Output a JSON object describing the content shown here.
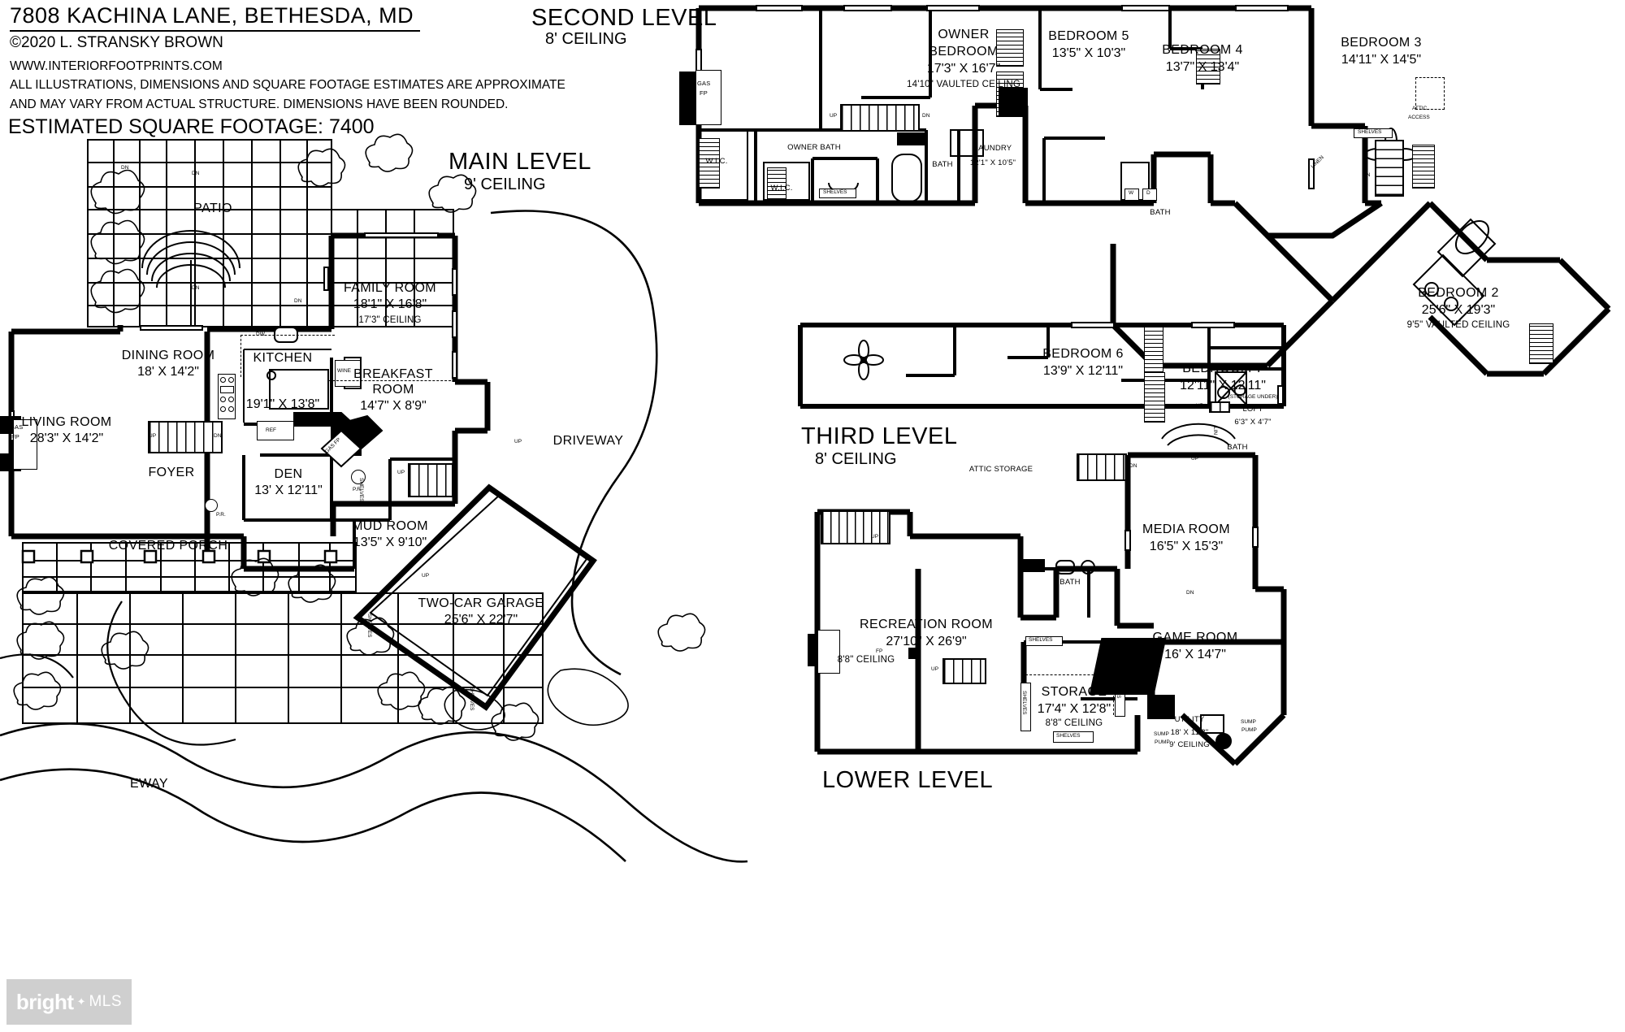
{
  "header": {
    "address": "7808 KACHINA LANE, BETHESDA, MD",
    "copyright": "©2020 L. STRANSKY BROWN",
    "website": "WWW.INTERIORFOOTPRINTS.COM",
    "disclaimer_line1": "ALL ILLUSTRATIONS, DIMENSIONS AND SQUARE FOOTAGE ESTIMATES ARE APPROXIMATE",
    "disclaimer_line2": "AND MAY VARY FROM ACTUAL STRUCTURE. DIMENSIONS HAVE BEEN ROUNDED.",
    "square_footage": "ESTIMATED SQUARE FOOTAGE: 7400"
  },
  "levels": {
    "main": {
      "title": "MAIN LEVEL",
      "ceiling": "9' CEILING"
    },
    "second": {
      "title": "SECOND LEVEL",
      "ceiling": "8' CEILING"
    },
    "third": {
      "title": "THIRD LEVEL",
      "ceiling": "8' CEILING"
    },
    "lower": {
      "title": "LOWER LEVEL"
    }
  },
  "main_level": {
    "rooms": [
      {
        "name": "PATIO",
        "dim": "",
        "note": ""
      },
      {
        "name": "FAMILY ROOM",
        "dim": "18'1\" X 16'8\"",
        "note": "17'3\" CEILING"
      },
      {
        "name": "DINING ROOM",
        "dim": "18' X 14'2\"",
        "note": ""
      },
      {
        "name": "KITCHEN",
        "dim": "19'1\" X 13'8\"",
        "note": ""
      },
      {
        "name": "BREAKFAST",
        "dim": "",
        "note": ""
      },
      {
        "name": "ROOM",
        "dim": "14'7\" X 8'9\"",
        "note": ""
      },
      {
        "name": "LIVING ROOM",
        "dim": "28'3\" X 14'2\"",
        "note": ""
      },
      {
        "name": "FOYER",
        "dim": "",
        "note": ""
      },
      {
        "name": "DEN",
        "dim": "13' X 12'11\"",
        "note": ""
      },
      {
        "name": "MUD ROOM",
        "dim": "13'5\" X 9'10\"",
        "note": ""
      },
      {
        "name": "COVERED PORCH",
        "dim": "",
        "note": ""
      },
      {
        "name": "TWO-CAR GARAGE",
        "dim": "25'6\" X 22'7\"",
        "note": ""
      },
      {
        "name": "DRIVEWAY",
        "dim": "",
        "note": ""
      }
    ],
    "annotations": [
      "DN",
      "DN",
      "DN",
      "UP",
      "DN",
      "UP",
      "UP",
      "UP",
      "GAS FP",
      "GAS FP",
      "FP",
      "REF",
      "DW",
      "WINE",
      "WINE",
      "P.R.",
      "P.R.",
      "SHELVES",
      "SHELVES",
      "DRIVEWAY"
    ]
  },
  "second_level": {
    "rooms": [
      {
        "name": "OWNER BEDROOM",
        "dim": "17'3\" X 16'7\"",
        "note": "14'10\" VAULTED CEILING"
      },
      {
        "name": "BEDROOM 5",
        "dim": "13'5\" X 10'3\"",
        "note": ""
      },
      {
        "name": "BEDROOM 4",
        "dim": "13'7\" X 13'4\"",
        "note": ""
      },
      {
        "name": "BEDROOM 3",
        "dim": "14'11\" X 14'5\"",
        "note": ""
      },
      {
        "name": "BEDROOM 2",
        "dim": "25'6\" X 19'3\"",
        "note": "9'5\" VAULTED CEILING"
      },
      {
        "name": "OWNER BATH",
        "dim": "",
        "note": ""
      },
      {
        "name": "LAUNDRY",
        "dim": "12'1\" X 10'5\"",
        "note": ""
      },
      {
        "name": "BATH",
        "dim": "",
        "note": ""
      },
      {
        "name": "BATH",
        "dim": "",
        "note": ""
      },
      {
        "name": "W.I.C.",
        "dim": "",
        "note": ""
      },
      {
        "name": "W.I.C.",
        "dim": "",
        "note": ""
      }
    ],
    "annotations": [
      "GAS FP",
      "UP",
      "DN",
      "DN",
      "SHELVES",
      "SHELVES",
      "ATTIC ACCESS",
      "LINEN",
      "W",
      "D"
    ]
  },
  "third_level": {
    "rooms": [
      {
        "name": "BEDROOM 6",
        "dim": "13'9\" X 12'11\"",
        "note": ""
      },
      {
        "name": "BEDROOM 7",
        "dim": "12'11\" X 12'11\"",
        "note": "(STORAGE UNDER)"
      },
      {
        "name": "LOFT",
        "dim": "6'3\" X 4'7\"",
        "note": ""
      },
      {
        "name": "BATH",
        "dim": "",
        "note": ""
      },
      {
        "name": "ATTIC STORAGE",
        "dim": "",
        "note": ""
      }
    ],
    "annotations": [
      "UP",
      "DN",
      "LIN"
    ]
  },
  "lower_level": {
    "rooms": [
      {
        "name": "RECREATION ROOM",
        "dim": "27'10\" X 26'9\"",
        "note": "8'8\" CEILING"
      },
      {
        "name": "MEDIA ROOM",
        "dim": "16'5\" X 15'3\"",
        "note": ""
      },
      {
        "name": "GAME ROOM",
        "dim": "16' X 14'7\"",
        "note": ""
      },
      {
        "name": "STORAGE",
        "dim": "17'4\" X 12'8\"",
        "note": "8'8\" CEILING"
      },
      {
        "name": "UTILITY",
        "dim": "18' X 11'8\"",
        "note": "9' CEILING"
      },
      {
        "name": "BATH",
        "dim": "",
        "note": ""
      }
    ],
    "annotations": [
      "UP",
      "UP",
      "UP",
      "DN",
      "FP",
      "SHELVES",
      "SHELVES",
      "SHELVES",
      "SHELVES",
      "SUMP PUMP",
      "SUMP PUMP"
    ]
  },
  "watermark": {
    "brand": "bright",
    "star": "✦",
    "mls": "MLS"
  },
  "colors": {
    "ink": "#000000",
    "paper": "#ffffff",
    "logo_bg": "#cfcfcf"
  }
}
